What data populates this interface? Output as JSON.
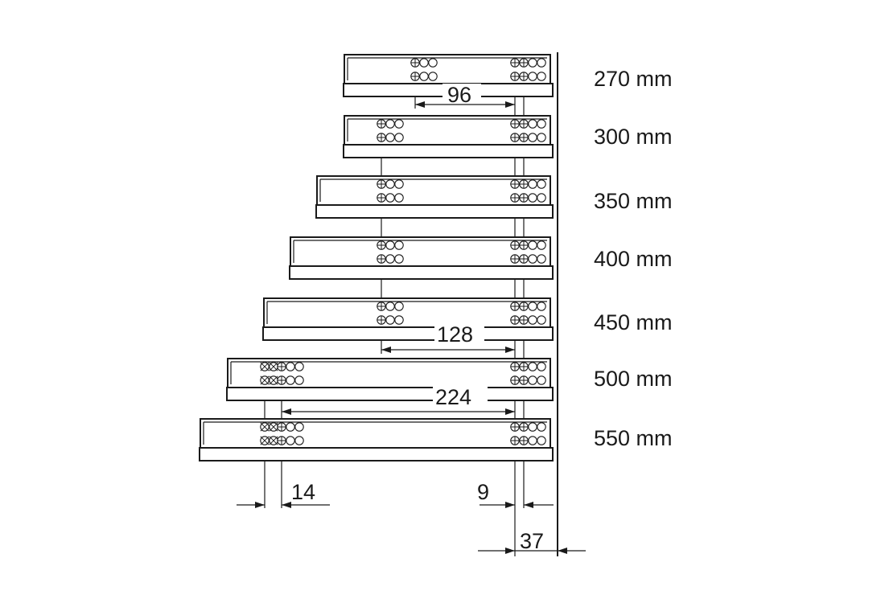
{
  "lengths": [
    {
      "label": "270 mm",
      "length": 270
    },
    {
      "label": "300 mm",
      "length": 300
    },
    {
      "label": "350 mm",
      "length": 350
    },
    {
      "label": "400 mm",
      "length": 400
    },
    {
      "label": "450 mm",
      "length": 450
    },
    {
      "label": "500 mm",
      "length": 500
    },
    {
      "label": "550 mm",
      "length": 550
    }
  ],
  "dimensions": {
    "d96": "96",
    "d128": "128",
    "d224": "224",
    "d14": "14",
    "d9": "9",
    "d37": "37"
  },
  "colors": {
    "line": "#1a1a1a",
    "background": "#ffffff"
  }
}
